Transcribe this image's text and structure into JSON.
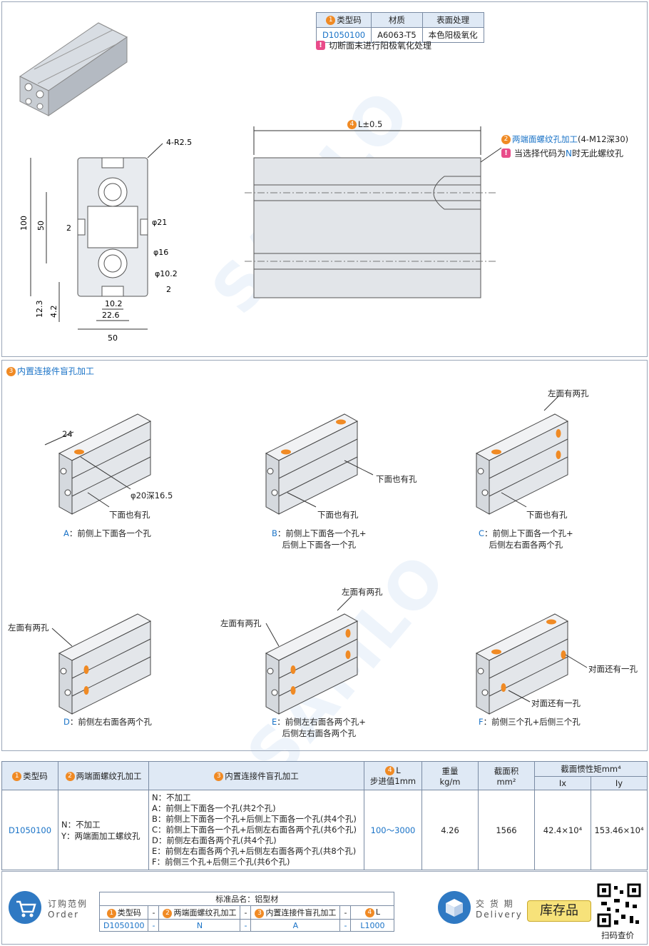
{
  "material_table": {
    "headers": [
      "类型码",
      "材质",
      "表面处理"
    ],
    "badge1": "1",
    "row": [
      "D1050100",
      "A6063-T5",
      "本色阳极氧化"
    ]
  },
  "note_cut": "切断面未进行阳极氧化处理",
  "section_dims": {
    "r": "4-R2.5",
    "h100": "100",
    "h50": "50",
    "w2": "2",
    "d21": "φ21",
    "d16": "φ16",
    "d10": "φ10.2",
    "t2": "2",
    "h12": "12.3",
    "h4": "4.2",
    "w10": "10.2",
    "w22": "22.6",
    "w50": "50"
  },
  "side_view": {
    "badge4": "4",
    "length_label": "L±0.5",
    "badge2": "2",
    "thread_label": "两端面螺纹孔加工",
    "thread_spec": "(4-M12深30)",
    "thread_note_pre": "当选择代码为",
    "thread_note_code": "N",
    "thread_note_post": "时无此螺纹孔"
  },
  "blind_hole": {
    "badge3": "3",
    "title": "内置连接件盲孔加工",
    "dim24": "24",
    "hole_dim": "φ20深16.5",
    "left_two": "左面有两孔",
    "bottom_also": "下面也有孔",
    "opposite_one": "对面还有一孔",
    "options": [
      {
        "code": "A",
        "line1": "前侧上下面各一个孔",
        "line2": ""
      },
      {
        "code": "B",
        "line1": "前侧上下面各一个孔+",
        "line2": "后侧上下面各一个孔"
      },
      {
        "code": "C",
        "line1": "前侧上下面各一个孔+",
        "line2": "后侧左右面各两个孔"
      },
      {
        "code": "D",
        "line1": "前侧左右面各两个孔",
        "line2": ""
      },
      {
        "code": "E",
        "line1": "前侧左右面各两个孔+",
        "line2": "后侧左右面各两个孔"
      },
      {
        "code": "F",
        "line1": "前侧三个孔+后侧三个孔",
        "line2": ""
      }
    ]
  },
  "spec_table": {
    "h_type": "类型码",
    "h_thread": "两端面螺纹孔加工",
    "h_hole": "内置连接件盲孔加工",
    "h_L": "L",
    "h_L_sub": "步进值1mm",
    "h_weight": "重量",
    "h_weight_unit": "kg/m",
    "h_area": "截面积",
    "h_area_unit": "mm²",
    "h_inertia": "截面惯性矩mm⁴",
    "h_ix": "Ix",
    "h_iy": "Iy",
    "type_code": "D1050100",
    "thread_n": "N：不加工",
    "thread_y": "Y：两端面加工螺纹孔",
    "holes": [
      "N：不加工",
      "A：前侧上下面各一个孔(共2个孔)",
      "B：前侧上下面各一个孔+后侧上下面各一个孔(共4个孔)",
      "C：前侧上下面各一个孔+后侧左右面各两个孔(共6个孔)",
      "D：前侧左右面各两个孔(共4个孔)",
      "E：前侧左右面各两个孔+后侧左右面各两个孔(共8个孔)",
      "F：前侧三个孔+后侧三个孔(共6个孔)"
    ],
    "L_range": "100～3000",
    "weight": "4.26",
    "area": "1566",
    "ix": "42.4×10⁴",
    "iy": "153.46×10⁴"
  },
  "order": {
    "label_cn": "订购范例",
    "label_en": "Order",
    "std_name": "标准品名：铝型材",
    "h1": "类型码",
    "h2": "两端面螺纹孔加工",
    "h3": "内置连接件盲孔加工",
    "h4": "L",
    "dash": "-",
    "v1": "D1050100",
    "v2": "N",
    "v3": "A",
    "v4": "L1000",
    "delivery_cn": "交 货 期",
    "delivery_en": "Delivery",
    "stock": "库存品",
    "qr_label": "扫码查价"
  },
  "colors": {
    "accent_orange": "#f08a24",
    "header_blue": "#dfe9f5",
    "link_blue": "#1a73c7",
    "stock_yellow": "#f7e27a"
  }
}
